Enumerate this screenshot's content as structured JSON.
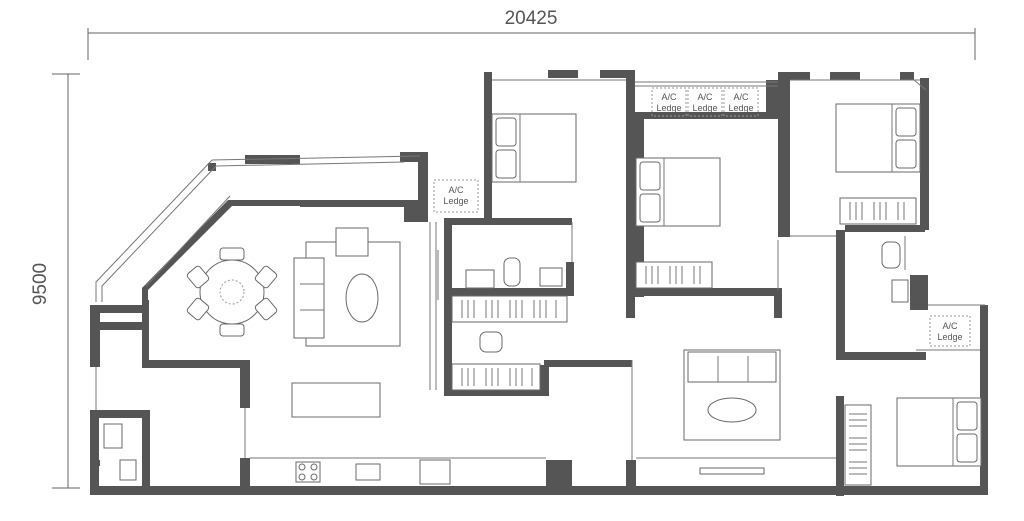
{
  "dimensions": {
    "width_label": "20425",
    "height_label": "9500"
  },
  "ac_ledges": [
    {
      "line1": "A/C",
      "line2": "Ledge"
    },
    {
      "line1": "A/C",
      "line2": "Ledge"
    },
    {
      "line1": "A/C",
      "line2": "Ledge"
    },
    {
      "line1": "A/C",
      "line2": "Ledge"
    },
    {
      "line1": "A/C",
      "line2": "Ledge"
    }
  ],
  "colors": {
    "wall": "#555555",
    "line": "#777777",
    "background": "#ffffff"
  }
}
